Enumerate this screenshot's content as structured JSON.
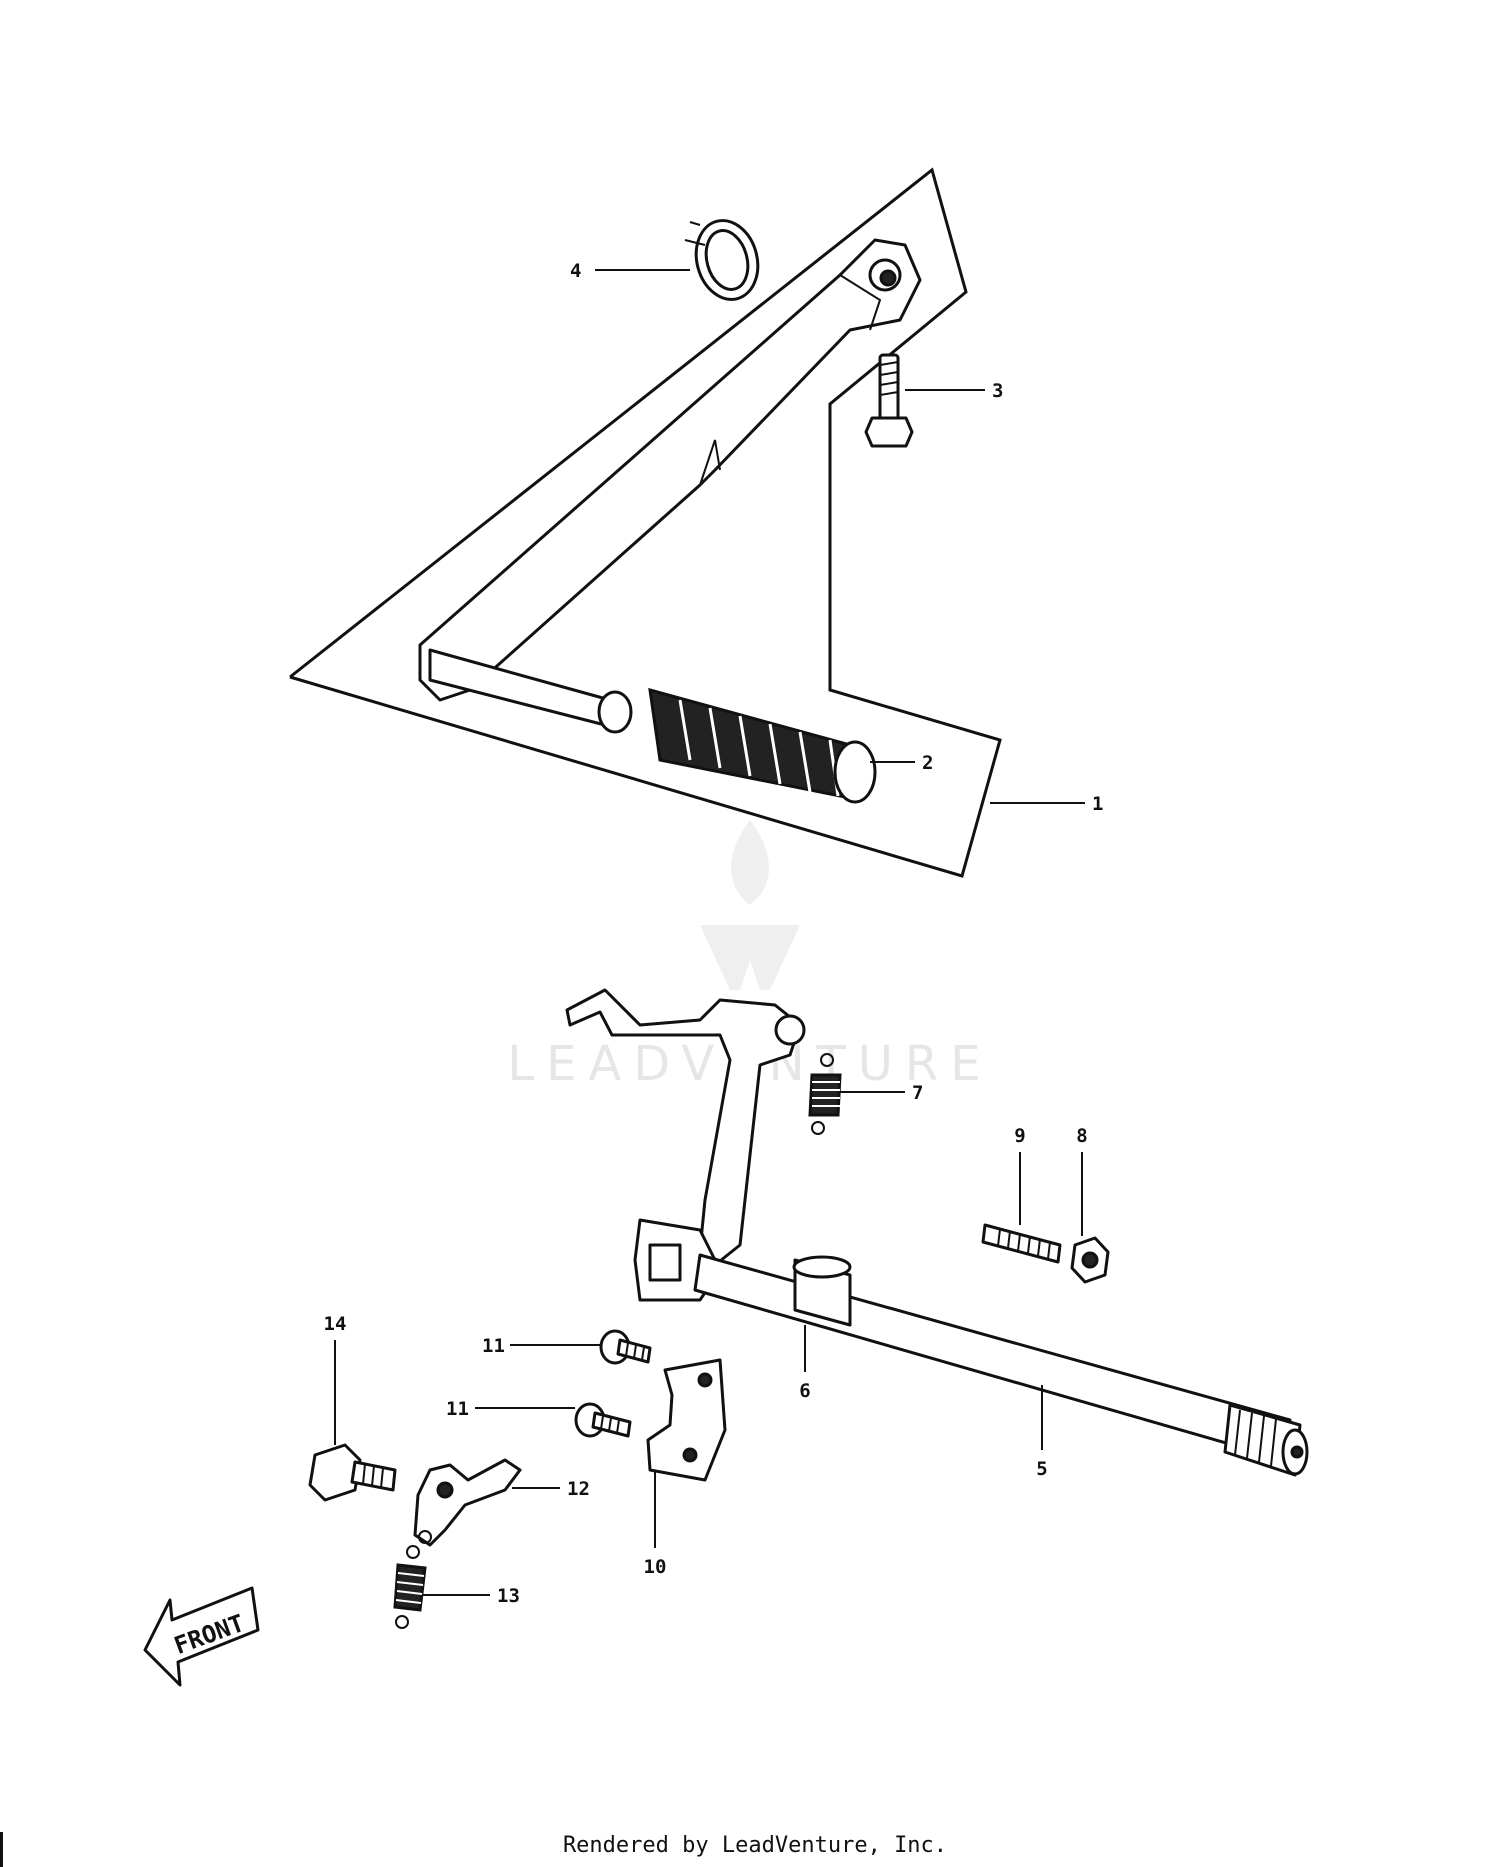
{
  "callouts": [
    {
      "id": "1",
      "label": "1"
    },
    {
      "id": "2",
      "label": "2"
    },
    {
      "id": "3",
      "label": "3"
    },
    {
      "id": "4",
      "label": "4"
    },
    {
      "id": "5",
      "label": "5"
    },
    {
      "id": "6",
      "label": "6"
    },
    {
      "id": "7",
      "label": "7"
    },
    {
      "id": "8",
      "label": "8"
    },
    {
      "id": "9",
      "label": "9"
    },
    {
      "id": "10",
      "label": "10"
    },
    {
      "id": "11a",
      "label": "11"
    },
    {
      "id": "11b",
      "label": "11"
    },
    {
      "id": "12",
      "label": "12"
    },
    {
      "id": "13",
      "label": "13"
    },
    {
      "id": "14",
      "label": "14"
    }
  ],
  "front_arrow_label": "FRONT",
  "watermark": "LEADVENTURE",
  "footer": "Rendered by LeadVenture, Inc."
}
